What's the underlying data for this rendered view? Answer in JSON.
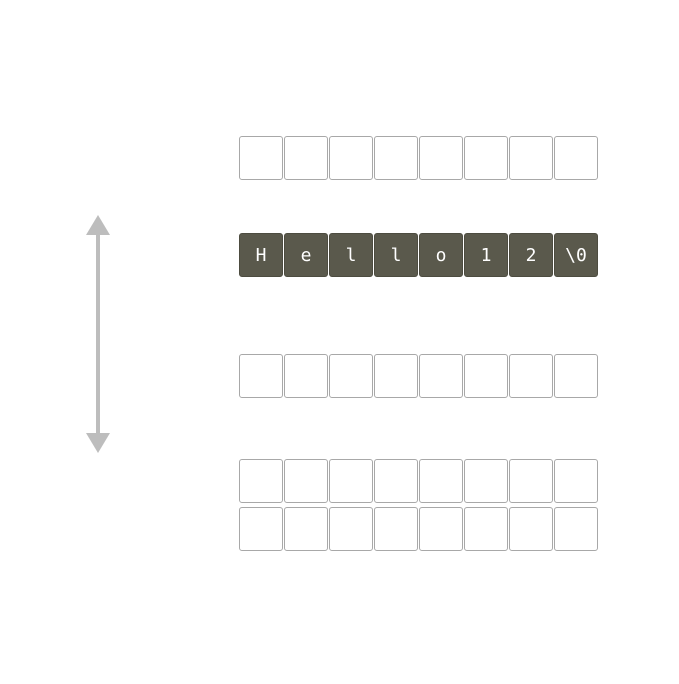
{
  "colors": {
    "filled_cell": "#5a594c",
    "empty_cell": "#ffffff",
    "cell_border": "#a8a8a8",
    "filled_text": "#ffffff",
    "arrow": "#bdbdbd"
  },
  "string_cells": [
    "H",
    "e",
    "l",
    "l",
    "o",
    "1",
    "2",
    "\\0"
  ],
  "cells_per_row": 8,
  "icons": {
    "arrow": "double-headed-vertical-arrow-icon"
  }
}
